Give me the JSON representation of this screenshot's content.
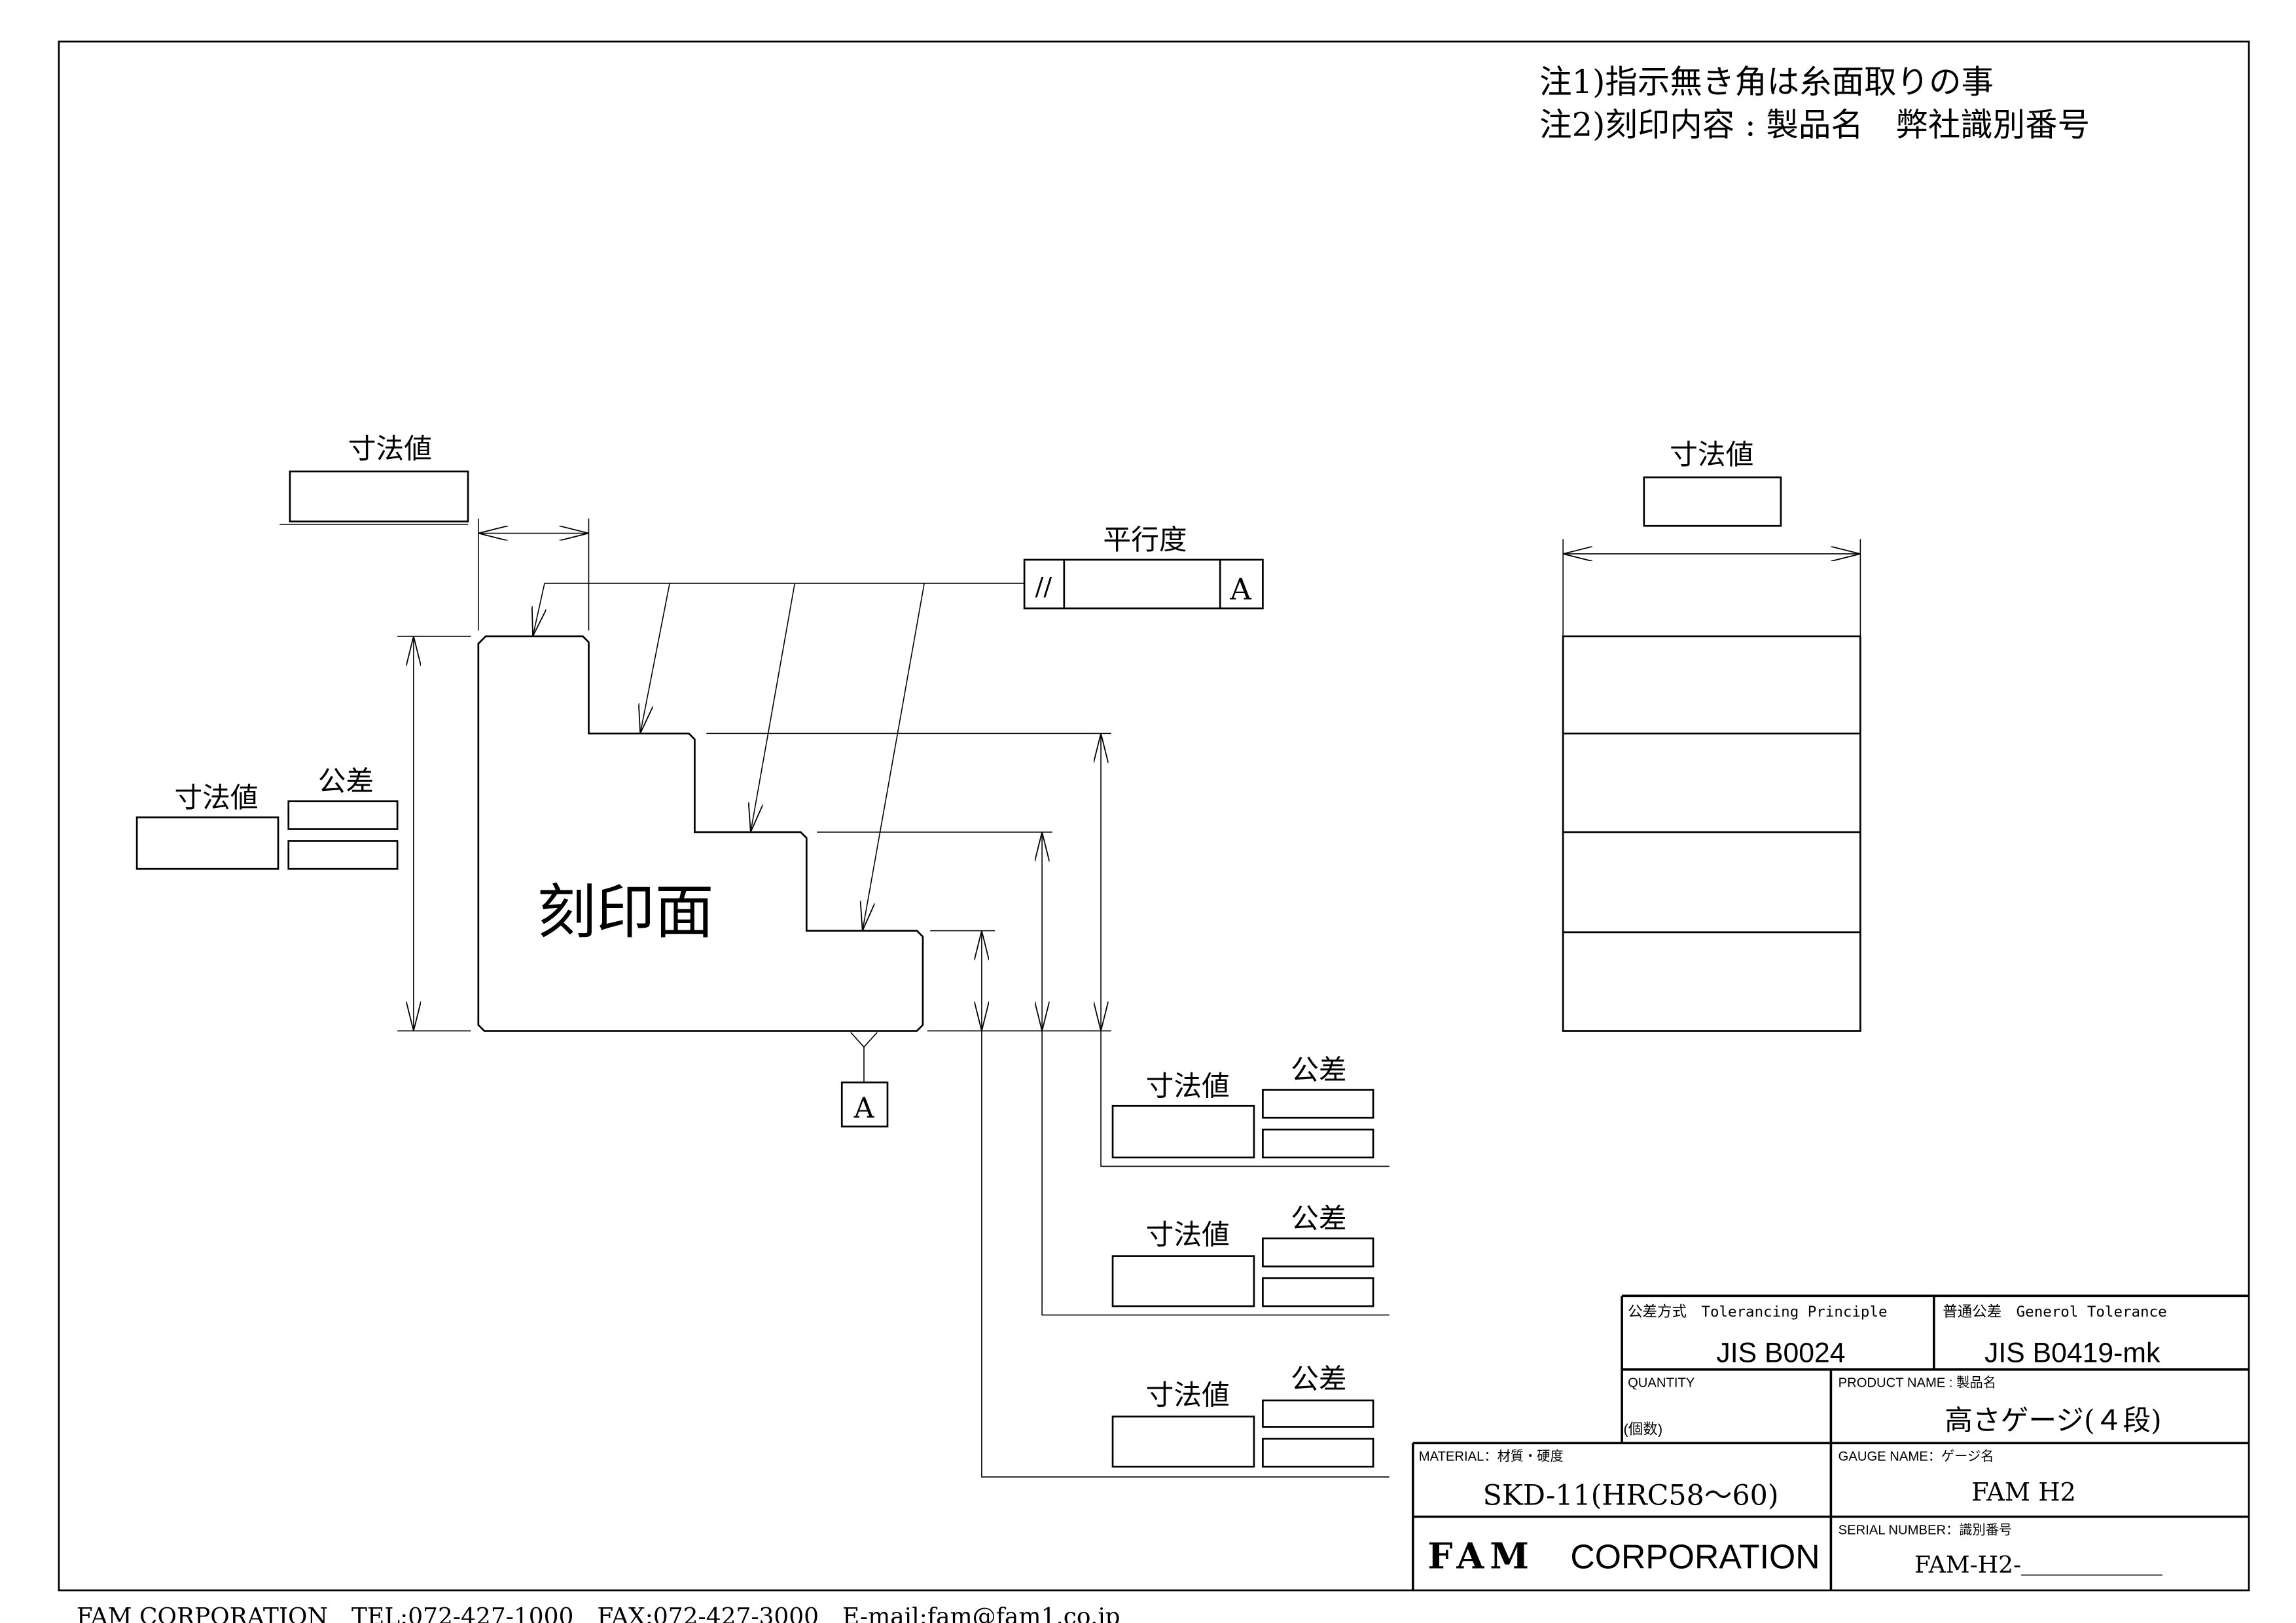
{
  "notes": [
    "注1)指示無き角は糸面取りの事",
    "注2)刻印内容 : 製品名　弊社識別番号"
  ],
  "labels": {
    "dimension_value": "寸法値",
    "tolerance": "公差",
    "parallelism": "平行度",
    "parallel_symbol": "//",
    "datum": "A",
    "engraving_surface": "刻印面"
  },
  "title_block": {
    "tolerancing_principle_label": "公差方式　Tolerancing Principle",
    "tolerancing_principle_value": "JIS B0024",
    "general_tolerance_label": "普通公差　Generol Tolerance",
    "general_tolerance_value": "JIS B0419-mk",
    "quantity_label": "QUANTITY",
    "quantity_unit": "(個数)",
    "product_name_label": "PRODUCT NAME : 製品名",
    "product_name_value": "高さゲージ(４段)",
    "material_label": "MATERIAL：材質・硬度",
    "material_value": "SKD-11(HRC58～60)",
    "gauge_name_label": "GAUGE NAME：ゲージ名",
    "gauge_name_value": "FAM H2",
    "company_logo": "FAM",
    "company_suffix": "CORPORATION",
    "serial_number_label": "SERIAL NUMBER：識別番号",
    "serial_number_value": "FAM-H2-＿＿＿＿＿＿"
  },
  "footer": "FAM CORPORATION　TEL:072-427-1000　FAX:072-427-3000　E-mail:fam@fam1.co.jp"
}
